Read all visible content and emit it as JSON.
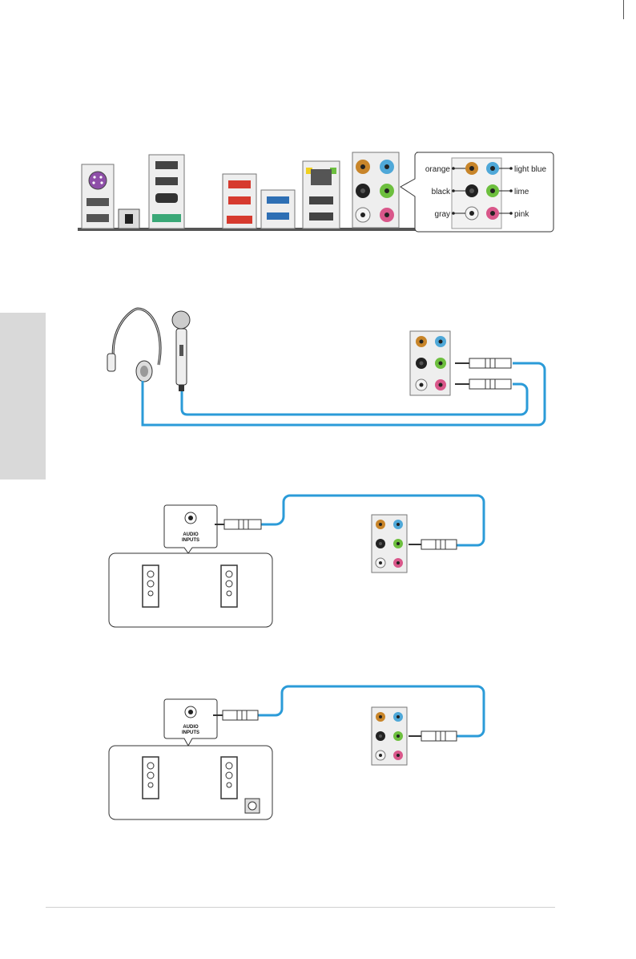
{
  "panel": {
    "legend": [
      {
        "label": "orange",
        "color": "#c8852a"
      },
      {
        "label": "light blue",
        "color": "#4fa8d8"
      },
      {
        "label": "black",
        "color": "#222222"
      },
      {
        "label": "lime",
        "color": "#6dbf3e"
      },
      {
        "label": "gray",
        "color": "#e8e8e8"
      },
      {
        "label": "pink",
        "color": "#d9578a"
      }
    ]
  },
  "speaker_box": {
    "audio_inputs_line1": "AUDIO",
    "audio_inputs_line2": "INPUTS"
  },
  "colors": {
    "cable": "#2b9bd8",
    "usb3": "#2e6fb4",
    "usb_red": "#d63a2e",
    "esata": "#2e9a6a"
  }
}
